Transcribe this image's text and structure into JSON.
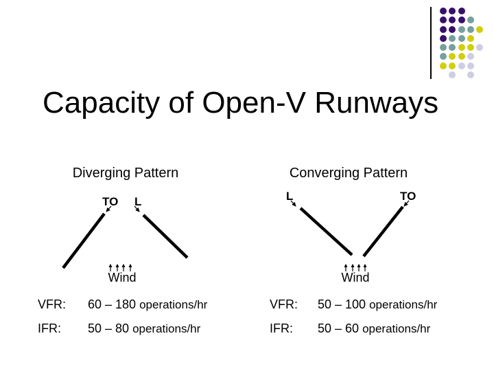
{
  "slide": {
    "title": "Capacity of Open-V Runways"
  },
  "diverging": {
    "heading": "Diverging Pattern",
    "takeoff_label": "TO",
    "landing_label": "L",
    "wind_label": "Wind",
    "stats": [
      {
        "label": "VFR:",
        "value": "60 – 180",
        "unit": "operations/hr"
      },
      {
        "label": "IFR:",
        "value": "50 – 80",
        "unit": "operations/hr"
      }
    ]
  },
  "converging": {
    "heading": "Converging Pattern",
    "landing_label": "L",
    "takeoff_label": "TO",
    "wind_label": "Wind",
    "stats": [
      {
        "label": "VFR:",
        "value": "50 – 100",
        "unit": "operations/hr"
      },
      {
        "label": "IFR:",
        "value": "50 – 60",
        "unit": "operations/hr"
      }
    ]
  },
  "decoration": {
    "rule_color": "#000000",
    "dot_colors": {
      "purple": "#38106B",
      "teal": "#76A09E",
      "yellow": "#D2CE0E",
      "lavender": "#CDCDE3"
    },
    "dot_rows": [
      [
        "purple",
        "purple",
        "purple",
        "",
        ""
      ],
      [
        "purple",
        "purple",
        "purple",
        "teal",
        ""
      ],
      [
        "purple",
        "purple",
        "teal",
        "teal",
        "yellow"
      ],
      [
        "purple",
        "teal",
        "teal",
        "yellow",
        ""
      ],
      [
        "teal",
        "teal",
        "yellow",
        "yellow",
        "lavender"
      ],
      [
        "teal",
        "yellow",
        "yellow",
        "lavender",
        ""
      ],
      [
        "yellow",
        "yellow",
        "lavender",
        "lavender",
        ""
      ],
      [
        "",
        "lavender",
        "",
        "lavender",
        ""
      ]
    ]
  }
}
